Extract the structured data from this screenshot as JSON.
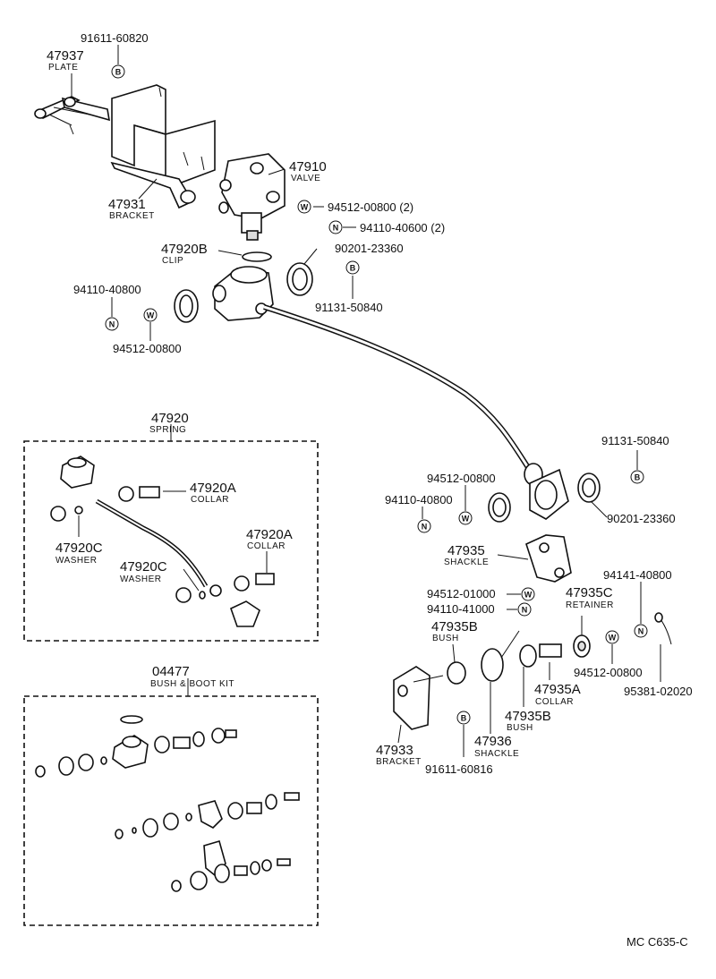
{
  "labels": {
    "p91611_60820": "91611-60820",
    "p47937": "47937",
    "n_plate": "PLATE",
    "p47931": "47931",
    "n_bracket": "BRACKET",
    "p47910": "47910",
    "n_valve": "VALVE",
    "p94512_00800_2": "94512-00800 (2)",
    "p94110_40600_2": "94110-40600 (2)",
    "p47920b": "47920B",
    "n_clip": "CLIP",
    "p90201_23360_top": "90201-23360",
    "p91131_50840_top": "91131-50840",
    "p94110_40800_left": "94110-40800",
    "p94512_00800_left": "94512-00800",
    "p47920": "47920",
    "n_spring": "SPRING",
    "p47920a_1": "47920A",
    "n_collar_1": "COLLAR",
    "p47920a_2": "47920A",
    "n_collar_2": "COLLAR",
    "p47920c_1": "47920C",
    "n_washer_1": "WASHER",
    "p47920c_2": "47920C",
    "n_washer_2": "WASHER",
    "p04477": "04477",
    "n_bushkit": "BUSH & BOOT KIT",
    "p91131_50840_right": "91131-50840",
    "p94512_00800_mid": "94512-00800",
    "p94110_40800_mid": "94110-40800",
    "p90201_23360_right": "90201-23360",
    "p47935": "47935",
    "n_shackle_1": "SHACKLE",
    "p94141_40800": "94141-40800",
    "p94512_01000": "94512-01000",
    "p94110_41000": "94110-41000",
    "p47935c": "47935C",
    "n_retainer": "RETAINER",
    "p47935b_1": "47935B",
    "n_bush_1": "BUSH",
    "p94512_00800_low": "94512-00800",
    "p47935a": "47935A",
    "n_collar_3": "COLLAR",
    "p95381_02020": "95381-02020",
    "p47935b_2": "47935B",
    "n_bush_2": "BUSH",
    "p47933": "47933",
    "n_bracket_2": "BRACKET",
    "p47936": "47936",
    "n_shackle_2": "SHACKLE",
    "p91611_60816": "91611-60816",
    "ref": "MC  C635-C"
  },
  "symbols": {
    "bolt": "B",
    "washer": "W",
    "nut": "N"
  }
}
